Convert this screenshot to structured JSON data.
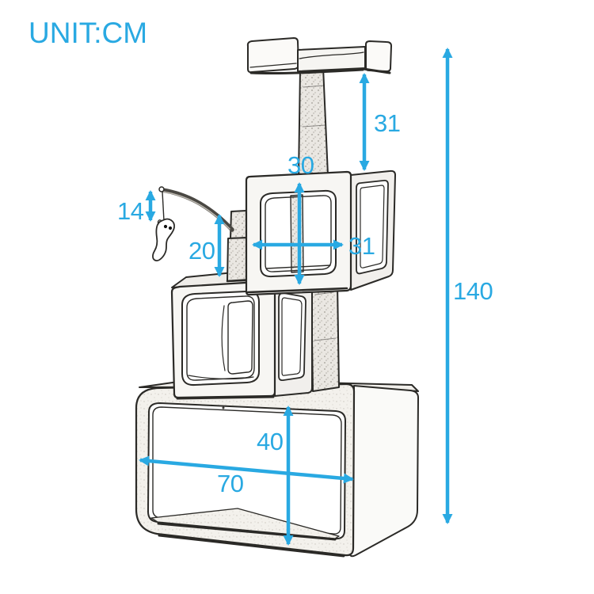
{
  "header": {
    "unit_label": "UNIT:CM"
  },
  "style": {
    "accent_color": "#29A9E2",
    "ink_color": "#2B2A27",
    "background": "#FFFFFF"
  },
  "diagram": {
    "type": "product-dimension-sketch",
    "subject": "cat tree tower: top perch on scratching post, two cube condos with rounded openings, small post with teaser wand and hanging mouse toy, large open storage base",
    "unit": "cm",
    "dims": {
      "total_height": {
        "label": "140",
        "value": 140,
        "measures": "overall height",
        "orientation": "vertical"
      },
      "top_post_height": {
        "label": "31",
        "value": 31,
        "measures": "top post, perch to upper cube",
        "orientation": "vertical"
      },
      "cube_height": {
        "label": "30",
        "value": 30,
        "measures": "upper cube height",
        "orientation": "vertical"
      },
      "cube_width": {
        "label": "31",
        "value": 31,
        "measures": "upper cube width",
        "orientation": "horizontal"
      },
      "toy_drop": {
        "label": "14",
        "value": 14,
        "measures": "hanging toy drop",
        "orientation": "vertical"
      },
      "small_post_height": {
        "label": "20",
        "value": 20,
        "measures": "small post height",
        "orientation": "vertical"
      },
      "base_height": {
        "label": "40",
        "value": 40,
        "measures": "base box height",
        "orientation": "vertical"
      },
      "base_width": {
        "label": "70",
        "value": 70,
        "measures": "base box width",
        "orientation": "horizontal"
      }
    }
  }
}
